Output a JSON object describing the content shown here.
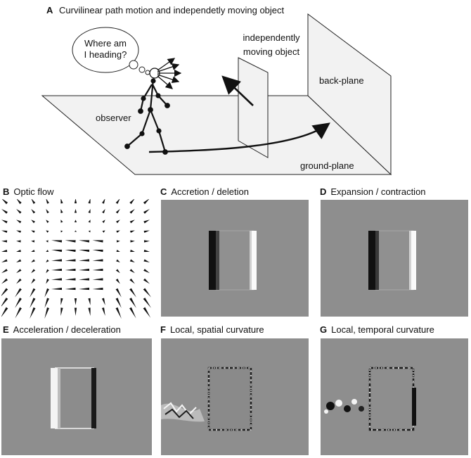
{
  "panel_a": {
    "letter": "A",
    "title": "Curvilinear path motion and independetly moving object",
    "thought_line1": "Where am",
    "thought_line2": "I heading?",
    "object_line1": "independently",
    "object_line2": "moving object",
    "back_plane": "back-plane",
    "observer": "observer",
    "ground_plane": "ground-plane"
  },
  "panel_b": {
    "letter": "B",
    "title": "Optic flow"
  },
  "panel_c": {
    "letter": "C",
    "title": "Accretion / deletion"
  },
  "panel_d": {
    "letter": "D",
    "title": "Expansion / contraction"
  },
  "panel_e": {
    "letter": "E",
    "title": "Acceleration / deceleration"
  },
  "panel_f": {
    "letter": "F",
    "title": "Local, spatial curvature"
  },
  "panel_g": {
    "letter": "G",
    "title": "Local, temporal curvature"
  },
  "colors": {
    "panel_gray": "#8e8e8e",
    "plane_fill": "#f2f2f2",
    "line": "#111111"
  }
}
